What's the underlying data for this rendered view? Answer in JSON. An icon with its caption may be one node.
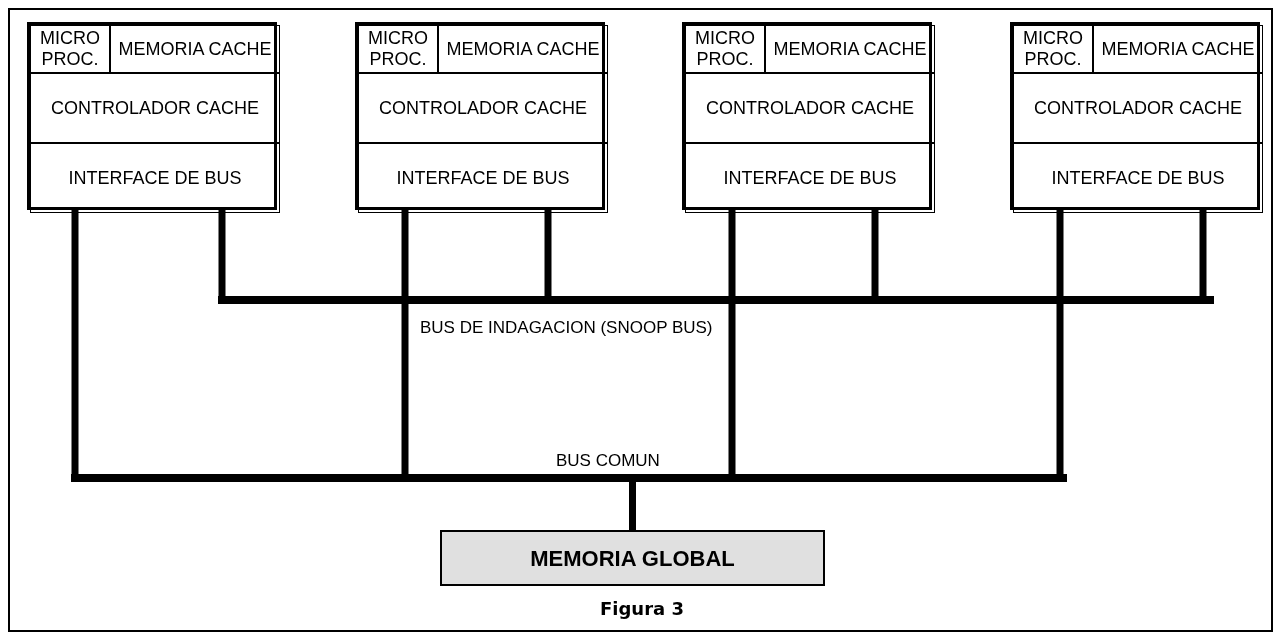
{
  "diagram": {
    "caption": "Figura 3",
    "nodes": [
      {
        "text": [],
        "shape": "box"
      },
      {
        "text": [
          "MICRO PROC."
        ],
        "in": 0
      },
      {
        "text": [
          "MEMORIA CACHE"
        ],
        "in": 0
      },
      {
        "text": [
          "CONTROLADOR CACHE"
        ],
        "in": 0
      },
      {
        "text": [
          "INTERFACE DE BUS"
        ],
        "in": 0
      },
      {
        "text": [],
        "shape": "box"
      },
      {
        "text": [
          "MICRO PROC."
        ],
        "in": 5
      },
      {
        "text": [
          "MEMORIA CACHE"
        ],
        "in": 5
      },
      {
        "text": [
          "CONTROLADOR CACHE"
        ],
        "in": 5
      },
      {
        "text": [
          "INTERFACE DE BUS"
        ],
        "in": 5
      },
      {
        "text": [],
        "shape": "box"
      },
      {
        "text": [
          "MICRO PROC."
        ],
        "in": 10
      },
      {
        "text": [
          "MEMORIA CACHE"
        ],
        "in": 10
      },
      {
        "text": [
          "CONTROLADOR CACHE"
        ],
        "in": 10
      },
      {
        "text": [
          "INTERFACE DE BUS"
        ],
        "in": 10
      },
      {
        "text": [],
        "shape": "box"
      },
      {
        "text": [
          "MICRO PROC."
        ],
        "in": 15
      },
      {
        "text": [
          "MEMORIA CACHE"
        ],
        "in": 15
      },
      {
        "text": [
          "CONTROLADOR CACHE"
        ],
        "in": 15
      },
      {
        "text": [
          "INTERFACE DE BUS"
        ],
        "in": 15
      },
      {
        "text": [],
        "shape": "bar",
        "beside": [
          "BUS DE INDAGACION (SNOOP BUS)"
        ]
      },
      {
        "text": [],
        "shape": "bar",
        "beside": [
          "BUS COMUN"
        ]
      },
      {
        "text": [
          "MEMORIA GLOBAL"
        ]
      }
    ],
    "edges": [
      {
        "from": 4,
        "to": 21,
        "arrow": "none"
      },
      {
        "from": 4,
        "to": 20,
        "arrow": "none"
      },
      {
        "from": 9,
        "to": 21,
        "arrow": "none"
      },
      {
        "from": 9,
        "to": 20,
        "arrow": "none"
      },
      {
        "from": 14,
        "to": 21,
        "arrow": "none"
      },
      {
        "from": 14,
        "to": 20,
        "arrow": "none"
      },
      {
        "from": 19,
        "to": 21,
        "arrow": "none"
      },
      {
        "from": 19,
        "to": 20,
        "arrow": "none"
      },
      {
        "from": 21,
        "to": 22,
        "arrow": "none"
      }
    ]
  }
}
